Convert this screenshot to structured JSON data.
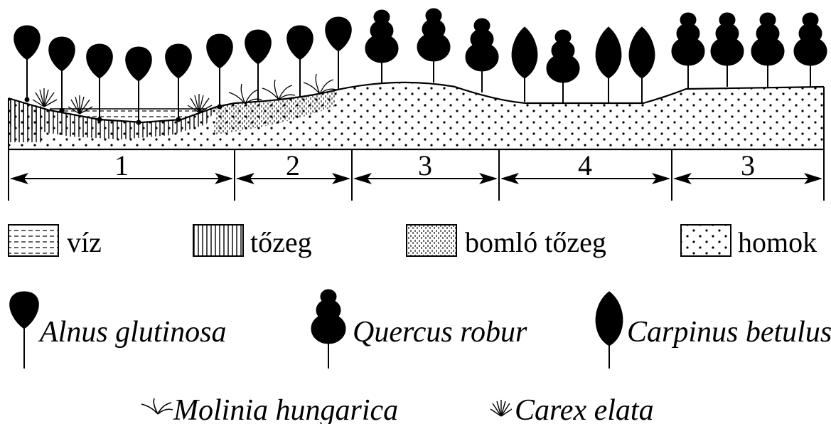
{
  "zones": [
    "1",
    "2",
    "3",
    "4",
    "3"
  ],
  "legend": {
    "water": "víz",
    "peat": "tőzeg",
    "decomposing_peat": "bomló tőzeg",
    "sand": "homok"
  },
  "species": {
    "alnus": "Alnus glutinosa",
    "quercus": "Quercus robur",
    "carpinus": "Carpinus betulus",
    "molinia": "Molinia hungarica",
    "carex": "Carex elata"
  },
  "colors": {
    "ink": "#000000",
    "paper": "#ffffff"
  }
}
